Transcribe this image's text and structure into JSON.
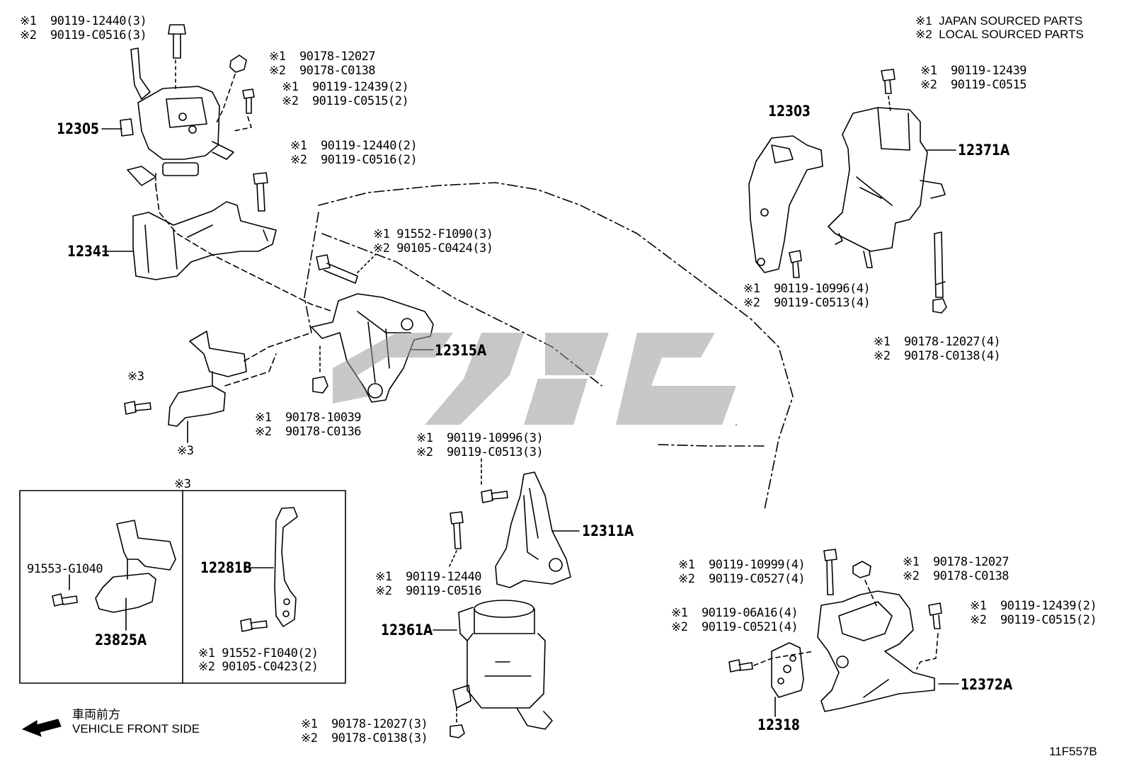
{
  "legend": {
    "line1": "※1  JAPAN SOURCED PARTS",
    "line2": "※2  LOCAL SOURCED PARTS"
  },
  "footer": {
    "direction_jp": "車両前方",
    "direction_en": "VEHICLE FRONT SIDE",
    "diagram_code": "11F557B"
  },
  "inset_marker": "※3",
  "parts": {
    "p12305": "12305",
    "p12341": "12341",
    "p12315A": "12315A",
    "p12303": "12303",
    "p12371A": "12371A",
    "p12311A": "12311A",
    "p12361A": "12361A",
    "p12372A": "12372A",
    "p12318": "12318",
    "p12281B": "12281B",
    "p23825A": "23825A",
    "p91553": "91553-G1040"
  },
  "callouts": {
    "c1": [
      "※1  90119-12440(3)",
      "※2  90119-C0516(3)"
    ],
    "c2": [
      "※1  90178-12027",
      "※2  90178-C0138"
    ],
    "c3": [
      "※1  90119-12439(2)",
      "※2  90119-C0515(2)"
    ],
    "c4": [
      "※1  90119-12440(2)",
      "※2  90119-C0516(2)"
    ],
    "c5": [
      "※1 91552-F1090(3)",
      "※2 90105-C0424(3)"
    ],
    "c6": [
      "※1  90178-10039",
      "※2  90178-C0136"
    ],
    "c7": [
      "※1  90119-10996(3)",
      "※2  90119-C0513(3)"
    ],
    "c8": [
      "※1  90119-12440",
      "※2  90119-C0516"
    ],
    "c9": [
      "※1  90178-12027(3)",
      "※2  90178-C0138(3)"
    ],
    "c10": [
      "※1  90119-12439",
      "※2  90119-C0515"
    ],
    "c11": [
      "※1  90119-10996(4)",
      "※2  90119-C0513(4)"
    ],
    "c12": [
      "※1  90178-12027(4)",
      "※2  90178-C0138(4)"
    ],
    "c13": [
      "※1  90119-10999(4)",
      "※2  90119-C0527(4)"
    ],
    "c14": [
      "※1  90178-12027",
      "※2  90178-C0138"
    ],
    "c15": [
      "※1  90119-06A16(4)",
      "※2  90119-C0521(4)"
    ],
    "c16": [
      "※1  90119-12439(2)",
      "※2  90119-C0515(2)"
    ],
    "c17": [
      "※1 91552-F1040(2)",
      "※2 90105-C0423(2)"
    ]
  },
  "marks": {
    "m3a": "※3",
    "m3b": "※3"
  }
}
